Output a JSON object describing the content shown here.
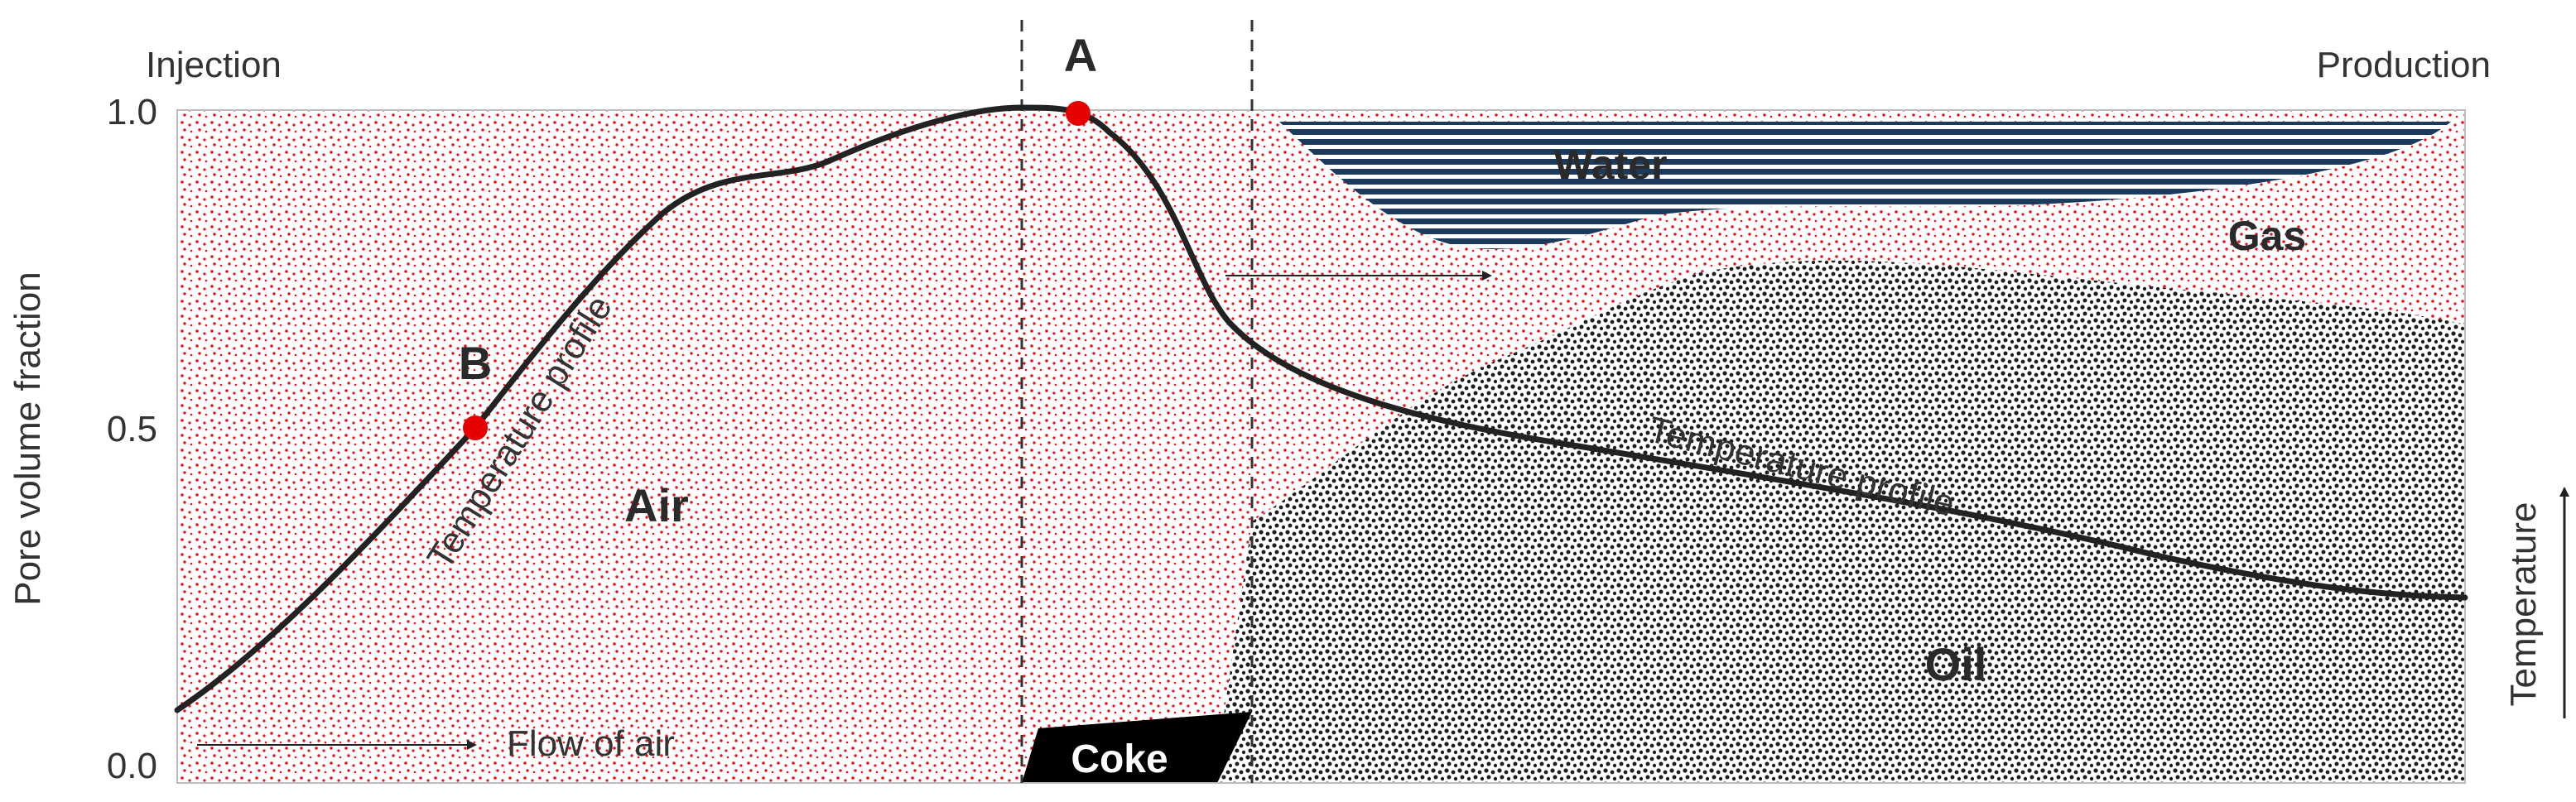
{
  "header": {
    "left_label": "Injection",
    "right_label": "Production"
  },
  "axis": {
    "y_label": "Pore volume fraction",
    "y_ticks": [
      "0.0",
      "0.5",
      "1.0"
    ],
    "right_label": "Temperature"
  },
  "regions": {
    "air": "Air",
    "water": "Water",
    "gas": "Gas",
    "oil": "Oil",
    "coke": "Coke"
  },
  "points": {
    "a": "A",
    "b": "B"
  },
  "curve_labels": {
    "left": "Temperature profile",
    "right": "Temperature profile"
  },
  "flow": {
    "label": "Flow of air"
  },
  "colors": {
    "air_dots": "#e8101a",
    "water_lines": "#1b3a5c",
    "oil_dots": "#1e1e1e",
    "coke": "#000000",
    "curve": "#222222",
    "markers": "#e60000"
  }
}
